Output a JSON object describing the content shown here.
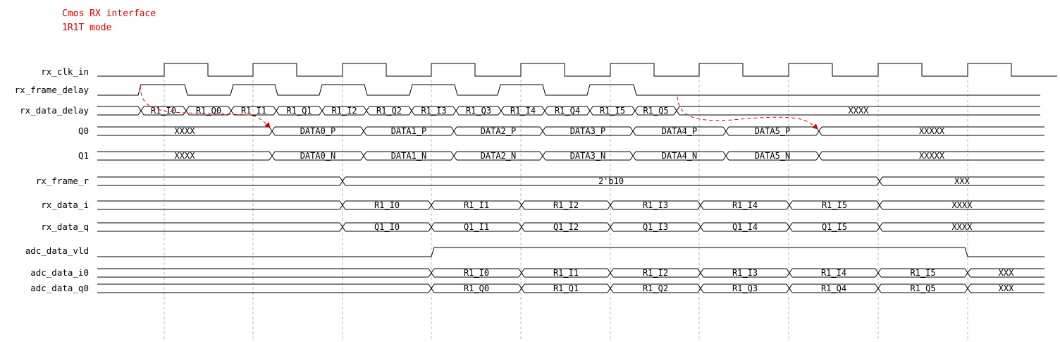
{
  "title": {
    "line1": "Cmos RX interface",
    "line2": "1R1T mode"
  },
  "colors": {
    "trace": "#000000",
    "grid": "#b8b8b8",
    "annotation": "#d40000"
  },
  "signals": [
    {
      "name": "rx_clk_in"
    },
    {
      "name": "rx_frame_delay"
    },
    {
      "name": "rx_data_delay",
      "values": [
        "R1_I0",
        "R1_Q0",
        "R1_I1",
        "R1_Q1",
        "R1_I2",
        "R1_Q2",
        "R1_I3",
        "R1_Q3",
        "R1_I4",
        "R1_Q4",
        "R1_I5",
        "R1_Q5",
        "XXXX"
      ]
    },
    {
      "name": "Q0",
      "values": [
        "XXXX",
        "DATA0_P",
        "DATA1_P",
        "DATA2_P",
        "DATA3_P",
        "DATA4_P",
        "DATA5_P",
        "XXXXX"
      ]
    },
    {
      "name": "Q1",
      "values": [
        "XXXX",
        "DATA0_N",
        "DATA1_N",
        "DATA2_N",
        "DATA3_N",
        "DATA4_N",
        "DATA5_N",
        "XXXXX"
      ]
    },
    {
      "name": "rx_frame_r",
      "values": [
        "2'b10",
        "XXX"
      ]
    },
    {
      "name": "rx_data_i",
      "values": [
        "R1_I0",
        "R1_I1",
        "R1_I2",
        "R1_I3",
        "R1_I4",
        "R1_I5",
        "XXXX"
      ]
    },
    {
      "name": "rx_data_q",
      "values": [
        "Q1_I0",
        "Q1_I1",
        "Q1_I2",
        "Q1_I3",
        "Q1_I4",
        "Q1_I5",
        "XXXX"
      ]
    },
    {
      "name": "adc_data_vld"
    },
    {
      "name": "adc_data_i0",
      "values": [
        "R1_I0",
        "R1_I1",
        "R1_I2",
        "R1_I3",
        "R1_I4",
        "R1_I5",
        "XXX"
      ]
    },
    {
      "name": "adc_data_q0",
      "values": [
        "R1_Q0",
        "R1_Q1",
        "R1_Q2",
        "R1_Q3",
        "R1_Q4",
        "R1_Q5",
        "XXX"
      ]
    }
  ]
}
